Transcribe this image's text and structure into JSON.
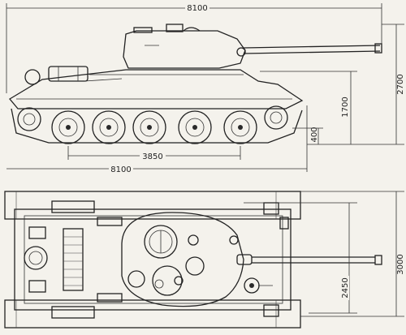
{
  "diagram": {
    "side_view": {
      "dim_overall_length": "8100",
      "dim_hull_length": "8100",
      "dim_wheelbase": "3850",
      "dim_height": "2700",
      "dim_hull_height": "1700",
      "dim_ground_clearance": "400"
    },
    "top_view": {
      "dim_width": "3000",
      "dim_track_gauge": "2450"
    }
  }
}
